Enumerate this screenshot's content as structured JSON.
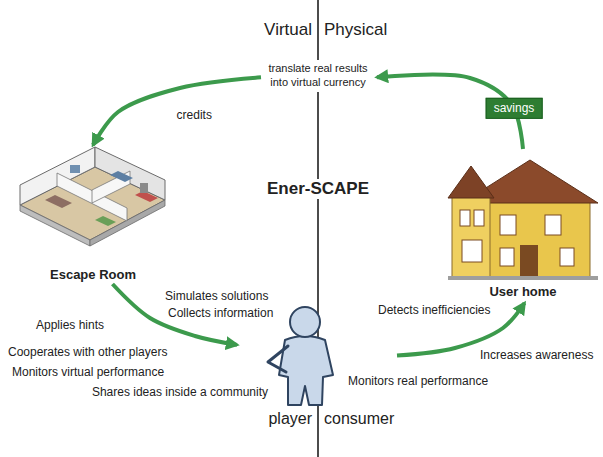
{
  "diagram": {
    "nodes": [
      {
        "text": [
          "translate real results into virtual currency"
        ]
      },
      {
        "text": [
          "Escape Room"
        ]
      },
      {
        "text": [
          "User home"
        ]
      },
      {
        "text": [
          "player",
          "consumer"
        ]
      }
    ],
    "edges": [
      {
        "from": 2,
        "to": 0,
        "label": "savings",
        "arrow": "to"
      },
      {
        "from": 0,
        "to": 1,
        "label": "credits",
        "arrow": "to"
      },
      {
        "from": 1,
        "to": 3,
        "arrow": "to"
      },
      {
        "from": 3,
        "to": 2,
        "arrow": "to"
      }
    ],
    "labels": [
      "Virtual",
      "Physical",
      "Ener-SCAPE",
      "Simulates solutions",
      "Collects information",
      "Applies hints",
      "Cooperates with other players",
      "Monitors virtual performance",
      "Shares ideas inside a community",
      "Detects inefficiencies",
      "Increases awareness",
      "Monitors real performance"
    ]
  }
}
